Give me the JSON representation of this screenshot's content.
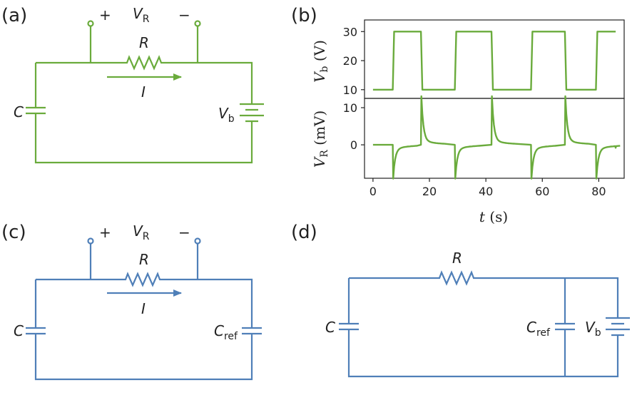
{
  "colors": {
    "green": "#6aab3c",
    "blue": "#4f7fb8",
    "ink": "#222222"
  },
  "panels": {
    "a": "(a)",
    "b": "(b)",
    "c": "(c)",
    "d": "(d)"
  },
  "labels": {
    "plus": "+",
    "minus": "−",
    "V": "V",
    "sub_R": "R",
    "sub_b": "b",
    "sub_ref": "ref",
    "R": "R",
    "I": "I",
    "C": "C"
  },
  "chart_data": {
    "type": "line",
    "x": [
      0,
      7,
      7.5,
      17,
      17.5,
      29,
      29.5,
      42,
      42.5,
      56,
      56.5,
      68,
      68.5,
      79,
      79.5,
      86
    ],
    "xlabel_var": "t",
    "xlabel_unit": " (s)",
    "xticks": [
      "0",
      "20",
      "40",
      "60",
      "80"
    ],
    "xlim": [
      -3,
      89
    ],
    "top": {
      "ylabel_var": "V",
      "ylabel_sub": "b",
      "ylabel_unit": " (V)",
      "yticks": [
        "10",
        "20",
        "30"
      ],
      "ylim": [
        7,
        34
      ],
      "series": {
        "values": [
          10,
          10,
          30,
          30,
          10,
          10,
          30,
          30,
          10,
          10,
          30,
          30,
          10,
          10,
          30,
          30
        ]
      }
    },
    "bottom": {
      "ylabel_var": "V",
      "ylabel_sub": "R",
      "ylabel_unit": " (mV)",
      "yticks": [
        "0",
        "10"
      ],
      "ylim": [
        -9,
        12.5
      ],
      "edges": [
        {
          "t": 7,
          "dir": -1
        },
        {
          "t": 17,
          "dir": 1
        },
        {
          "t": 29,
          "dir": -1
        },
        {
          "t": 42,
          "dir": 1
        },
        {
          "t": 56,
          "dir": -1
        },
        {
          "t": 68,
          "dir": 1
        },
        {
          "t": 79,
          "dir": -1
        }
      ],
      "spike_peak": 12,
      "spike_trough": -8
    }
  }
}
